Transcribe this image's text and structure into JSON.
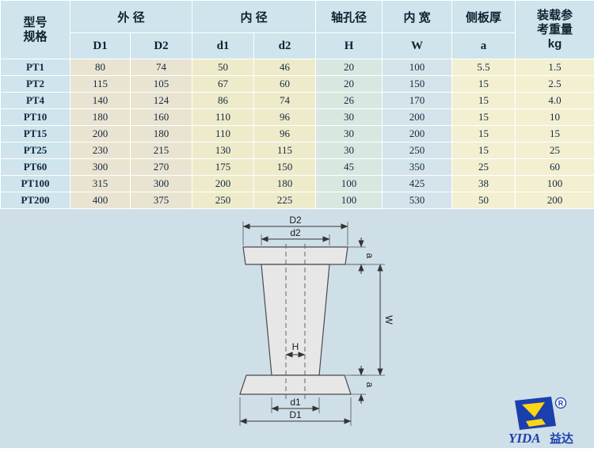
{
  "table": {
    "header": {
      "model": "型号\n规格",
      "outer_diameter": "外 径",
      "inner_diameter": "内 径",
      "shaft_hole": "轴孔径",
      "inner_width": "内 宽",
      "side_plate": "侧板厚",
      "load_weight": "装载参\n考重量\nkg",
      "sub": [
        "D1",
        "D2",
        "d1",
        "d2",
        "H",
        "W",
        "a"
      ]
    },
    "columns_keys": [
      "model",
      "D1",
      "D2",
      "d1",
      "d2",
      "H",
      "W",
      "a",
      "kg"
    ],
    "rows": [
      [
        "PT1",
        "80",
        "74",
        "50",
        "46",
        "20",
        "100",
        "5.5",
        "1.5"
      ],
      [
        "PT2",
        "115",
        "105",
        "67",
        "60",
        "20",
        "150",
        "15",
        "2.5"
      ],
      [
        "PT4",
        "140",
        "124",
        "86",
        "74",
        "26",
        "170",
        "15",
        "4.0"
      ],
      [
        "PT10",
        "180",
        "160",
        "110",
        "96",
        "30",
        "200",
        "15",
        "10"
      ],
      [
        "PT15",
        "200",
        "180",
        "110",
        "96",
        "30",
        "200",
        "15",
        "15"
      ],
      [
        "PT25",
        "230",
        "215",
        "130",
        "115",
        "30",
        "250",
        "15",
        "25"
      ],
      [
        "PT60",
        "300",
        "270",
        "175",
        "150",
        "45",
        "350",
        "25",
        "60"
      ],
      [
        "PT100",
        "315",
        "300",
        "200",
        "180",
        "100",
        "425",
        "38",
        "100"
      ],
      [
        "PT200",
        "400",
        "375",
        "250",
        "225",
        "100",
        "530",
        "50",
        "200"
      ]
    ]
  },
  "diagram": {
    "labels": {
      "top_outer": "D2",
      "top_inner": "d2",
      "flange_top": "a",
      "width": "W",
      "hole": "H",
      "bottom_inner": "d1",
      "bottom_outer": "D1",
      "flange_bottom": "a"
    }
  },
  "logo": {
    "name": "YIDA",
    "cn": "益达",
    "reg": "®"
  }
}
